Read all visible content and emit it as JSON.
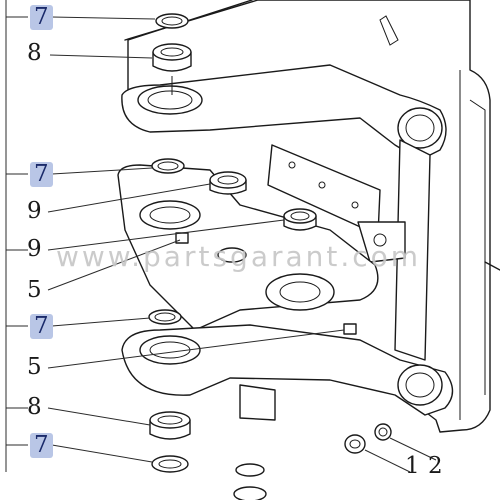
{
  "watermark": "www.partsgarant.com",
  "highlight_color": "#b9c6e6",
  "callouts": [
    {
      "id": "c1",
      "text": "7",
      "highlighted": true
    },
    {
      "id": "c2",
      "text": "8",
      "highlighted": false
    },
    {
      "id": "c3",
      "text": "7",
      "highlighted": true
    },
    {
      "id": "c4",
      "text": "9",
      "highlighted": false
    },
    {
      "id": "c5",
      "text": "9",
      "highlighted": false
    },
    {
      "id": "c6",
      "text": "5",
      "highlighted": false
    },
    {
      "id": "c7",
      "text": "7",
      "highlighted": true
    },
    {
      "id": "c8",
      "text": "5",
      "highlighted": false
    },
    {
      "id": "c9",
      "text": "8",
      "highlighted": false
    },
    {
      "id": "c10",
      "text": "7",
      "highlighted": true
    },
    {
      "id": "c11",
      "text": "1",
      "highlighted": false
    },
    {
      "id": "c12",
      "text": "2",
      "highlighted": false
    }
  ]
}
